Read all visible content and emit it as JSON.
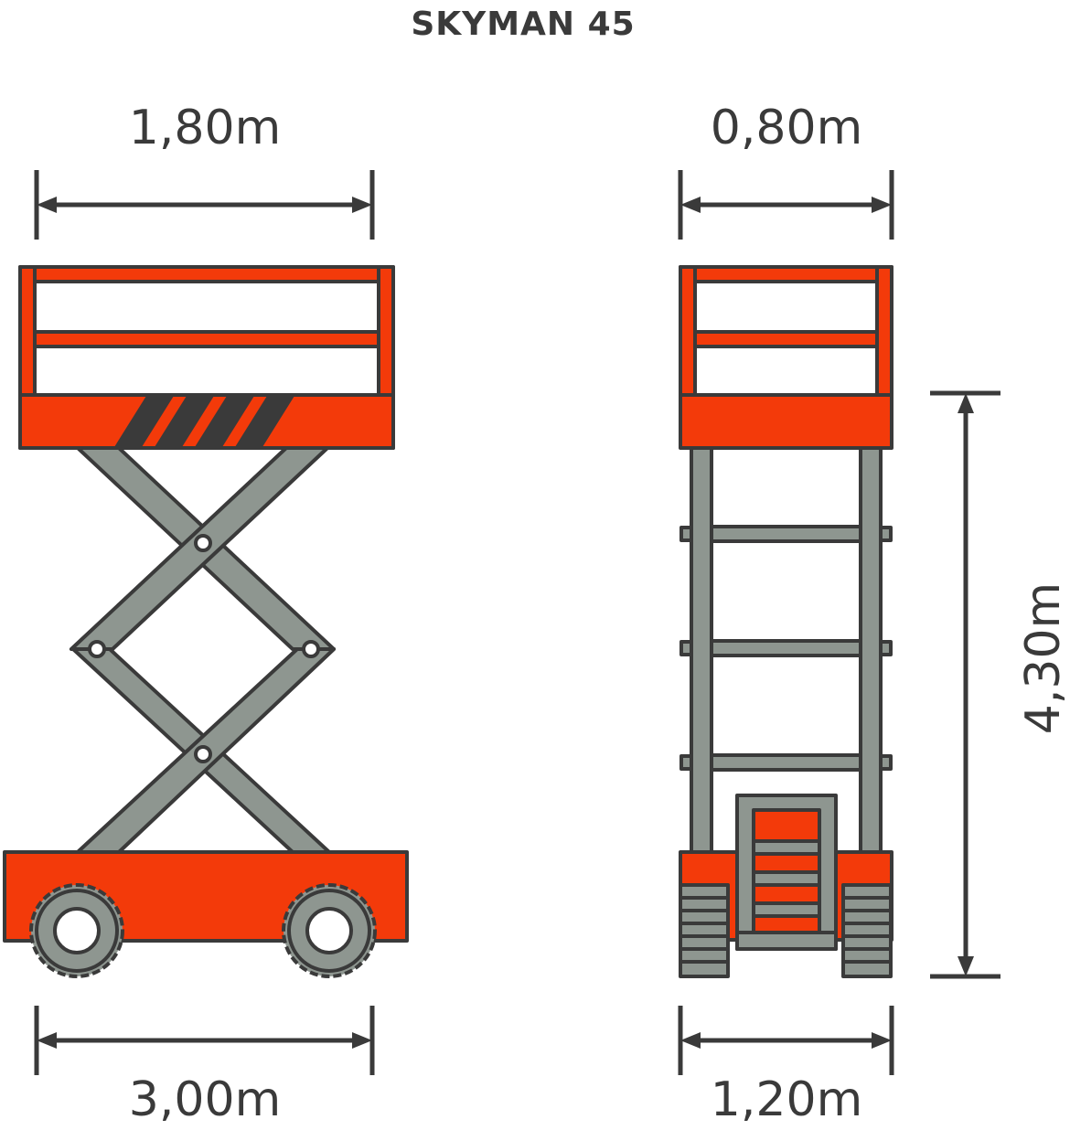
{
  "title": "SKYMAN 45",
  "dimensions": {
    "platform_length": "1,80m",
    "platform_width": "0,80m",
    "base_length": "3,00m",
    "base_width": "1,20m",
    "height": "4,30m"
  },
  "colors": {
    "orange": "#f33a0a",
    "grey": "#8e9690",
    "outline": "#3a3a3a",
    "white": "#ffffff"
  }
}
